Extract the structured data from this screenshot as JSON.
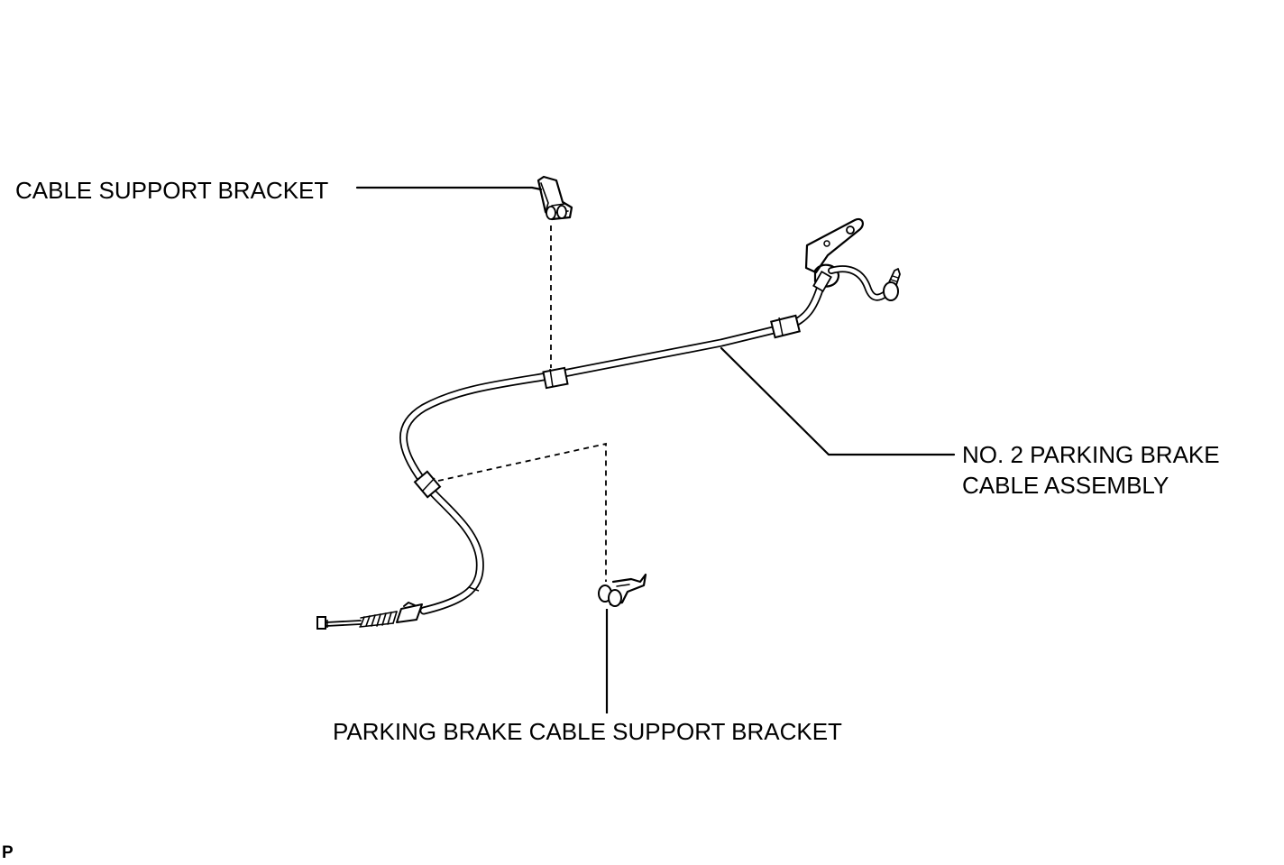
{
  "labels": {
    "cable_support_bracket": "CABLE SUPPORT BRACKET",
    "parking_brake_cable_support_bracket": "PARKING BRAKE CABLE SUPPORT BRACKET",
    "cable_assembly_line1": "NO. 2 PARKING BRAKE",
    "cable_assembly_line2": "CABLE ASSEMBLY",
    "corner_code": "P"
  },
  "colors": {
    "ink": "#000000",
    "background": "#ffffff"
  }
}
